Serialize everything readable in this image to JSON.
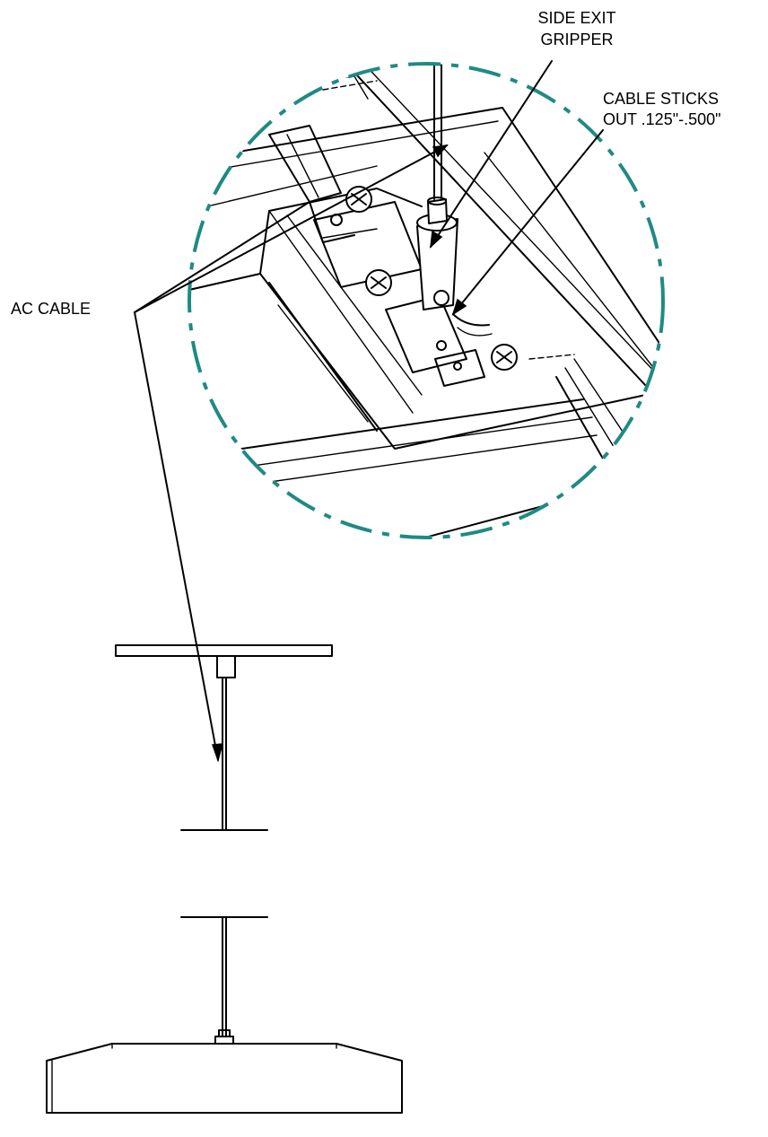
{
  "colors": {
    "detail_circle": "#1f8a84",
    "line": "#000000",
    "background": "#ffffff"
  },
  "labels": {
    "side_exit_line1": "SIDE EXIT",
    "side_exit_line2": "GRIPPER",
    "cable_sticks_line1": "CABLE STICKS",
    "cable_sticks_line2": "OUT .125\"-.500\"",
    "ac_cable": "AC CABLE"
  }
}
